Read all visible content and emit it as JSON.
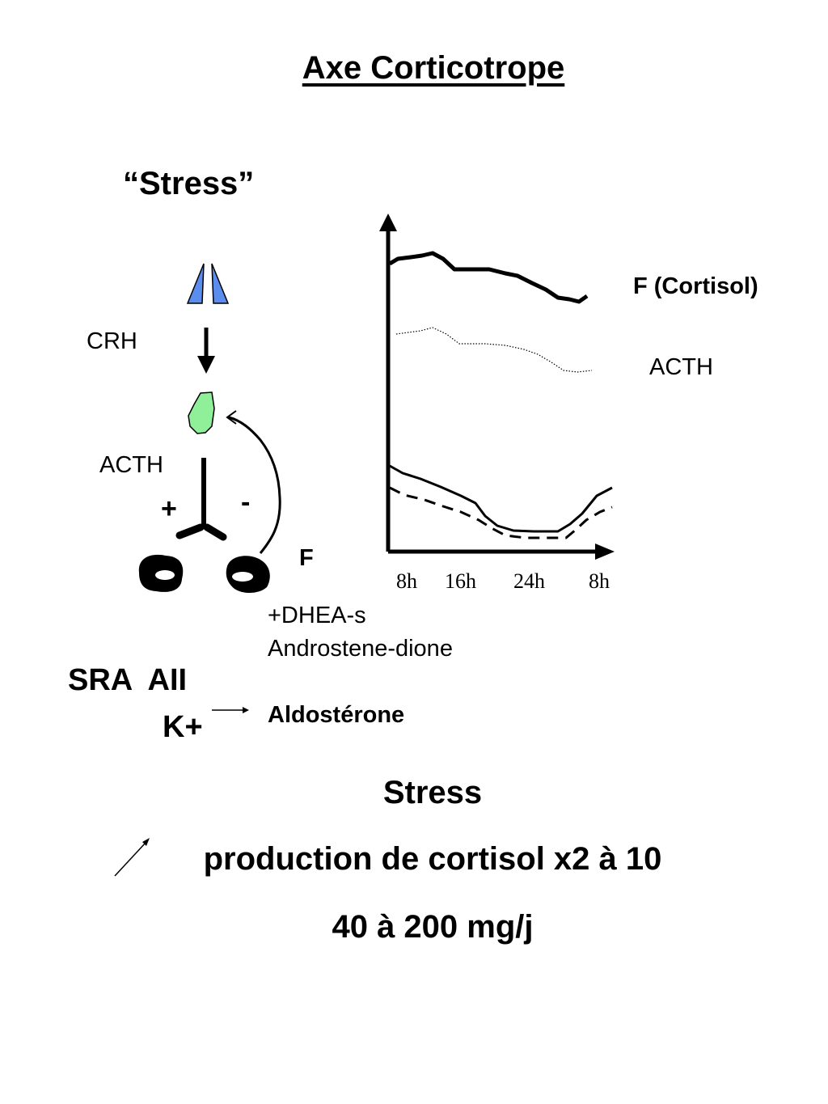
{
  "title": "Axe Corticotrope",
  "diagram": {
    "stress_label": "“Stress”",
    "crh_label": "CRH",
    "acth_label": "ACTH",
    "plus_sign": "+",
    "minus_sign": "-",
    "f_label": "F",
    "secretions": {
      "dhea": "+DHEA-s",
      "androstenedione": "Androstene-dione",
      "aldosterone": "Aldostérone"
    },
    "regulators": {
      "sra_aii": "SRA  AII",
      "k_plus": "K+"
    }
  },
  "chart": {
    "x_ticks": [
      "8h",
      "16h",
      "24h",
      "8h"
    ],
    "series_labels": {
      "cortisol": "F (Cortisol)",
      "acth": "ACTH"
    }
  },
  "bottom_text": {
    "line1": "Stress",
    "line2": "production de cortisol x2 à 10",
    "line3": "40 à 200 mg/j"
  },
  "colors": {
    "brain_blue": "#5B8DEF",
    "pituitary_green": "#90F09A",
    "ink": "#000000"
  }
}
